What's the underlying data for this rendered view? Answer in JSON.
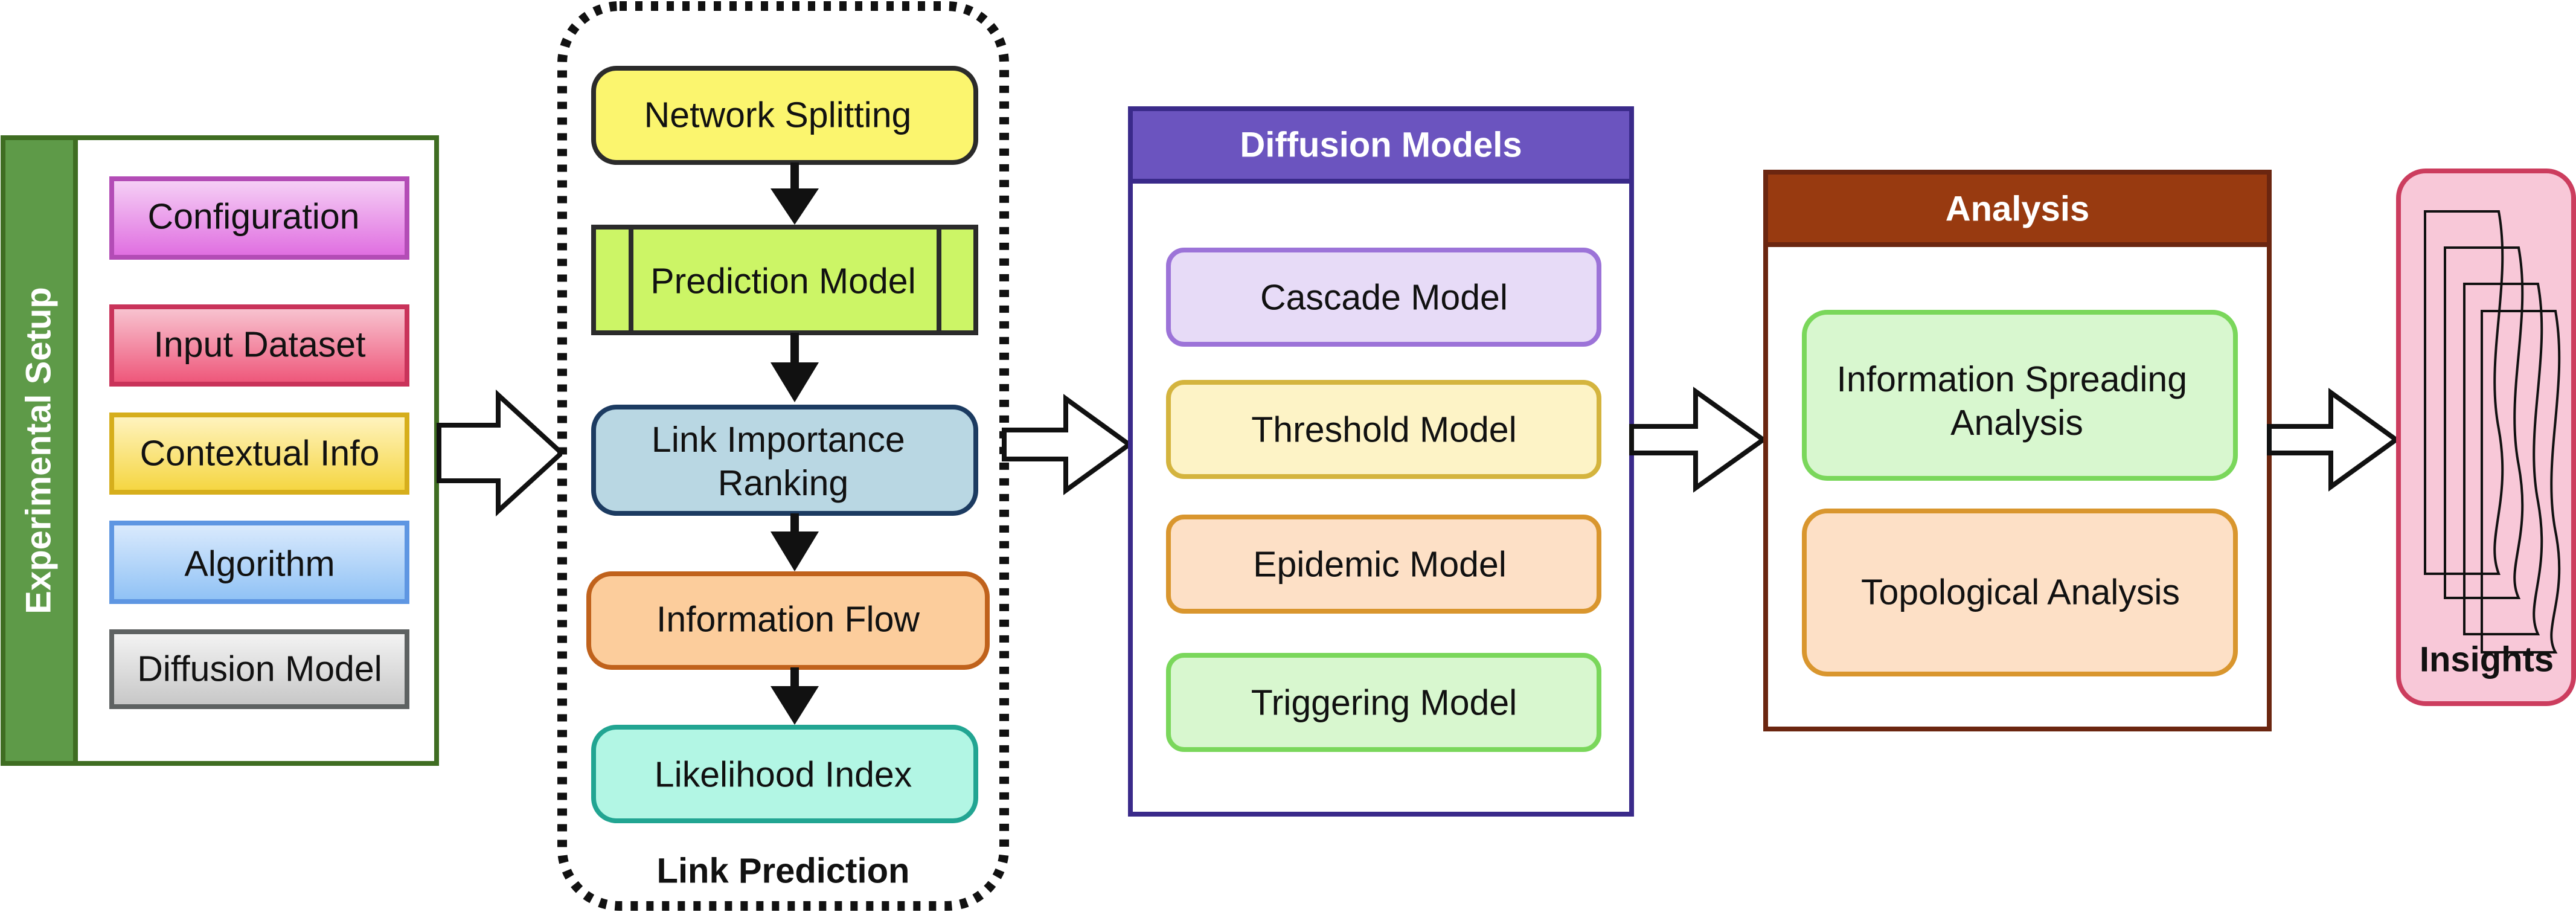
{
  "experimental_setup": {
    "title": "Experimental Setup",
    "items": [
      "Configuration",
      "Input Dataset",
      "Contextual Info",
      "Algorithm",
      "Diffusion Model"
    ]
  },
  "link_prediction": {
    "title": "Link Prediction",
    "steps": [
      [
        "Network Splitting"
      ],
      [
        "Prediction Model"
      ],
      [
        "Link Importance",
        "Ranking"
      ],
      [
        "Information Flow"
      ],
      [
        "Likelihood Index"
      ]
    ]
  },
  "diffusion_models": {
    "title": "Diffusion Models",
    "items": [
      "Cascade Model",
      "Threshold Model",
      "Epidemic Model",
      "Triggering Model"
    ]
  },
  "analysis": {
    "title": "Analysis",
    "items": [
      [
        "Information Spreading",
        "Analysis"
      ],
      [
        "Topological Analysis"
      ]
    ]
  },
  "insights": {
    "title": "Insights"
  },
  "colors": {
    "setup_header": "#5e9a48",
    "setup_border": "#3f6d22",
    "diffusion_header": "#6b54bf",
    "diffusion_border": "#3a2a8a",
    "analysis_header": "#983a10",
    "analysis_border": "#6b2610",
    "insights_fill": "#f8c8d8",
    "insights_border": "#cc3d5e"
  }
}
